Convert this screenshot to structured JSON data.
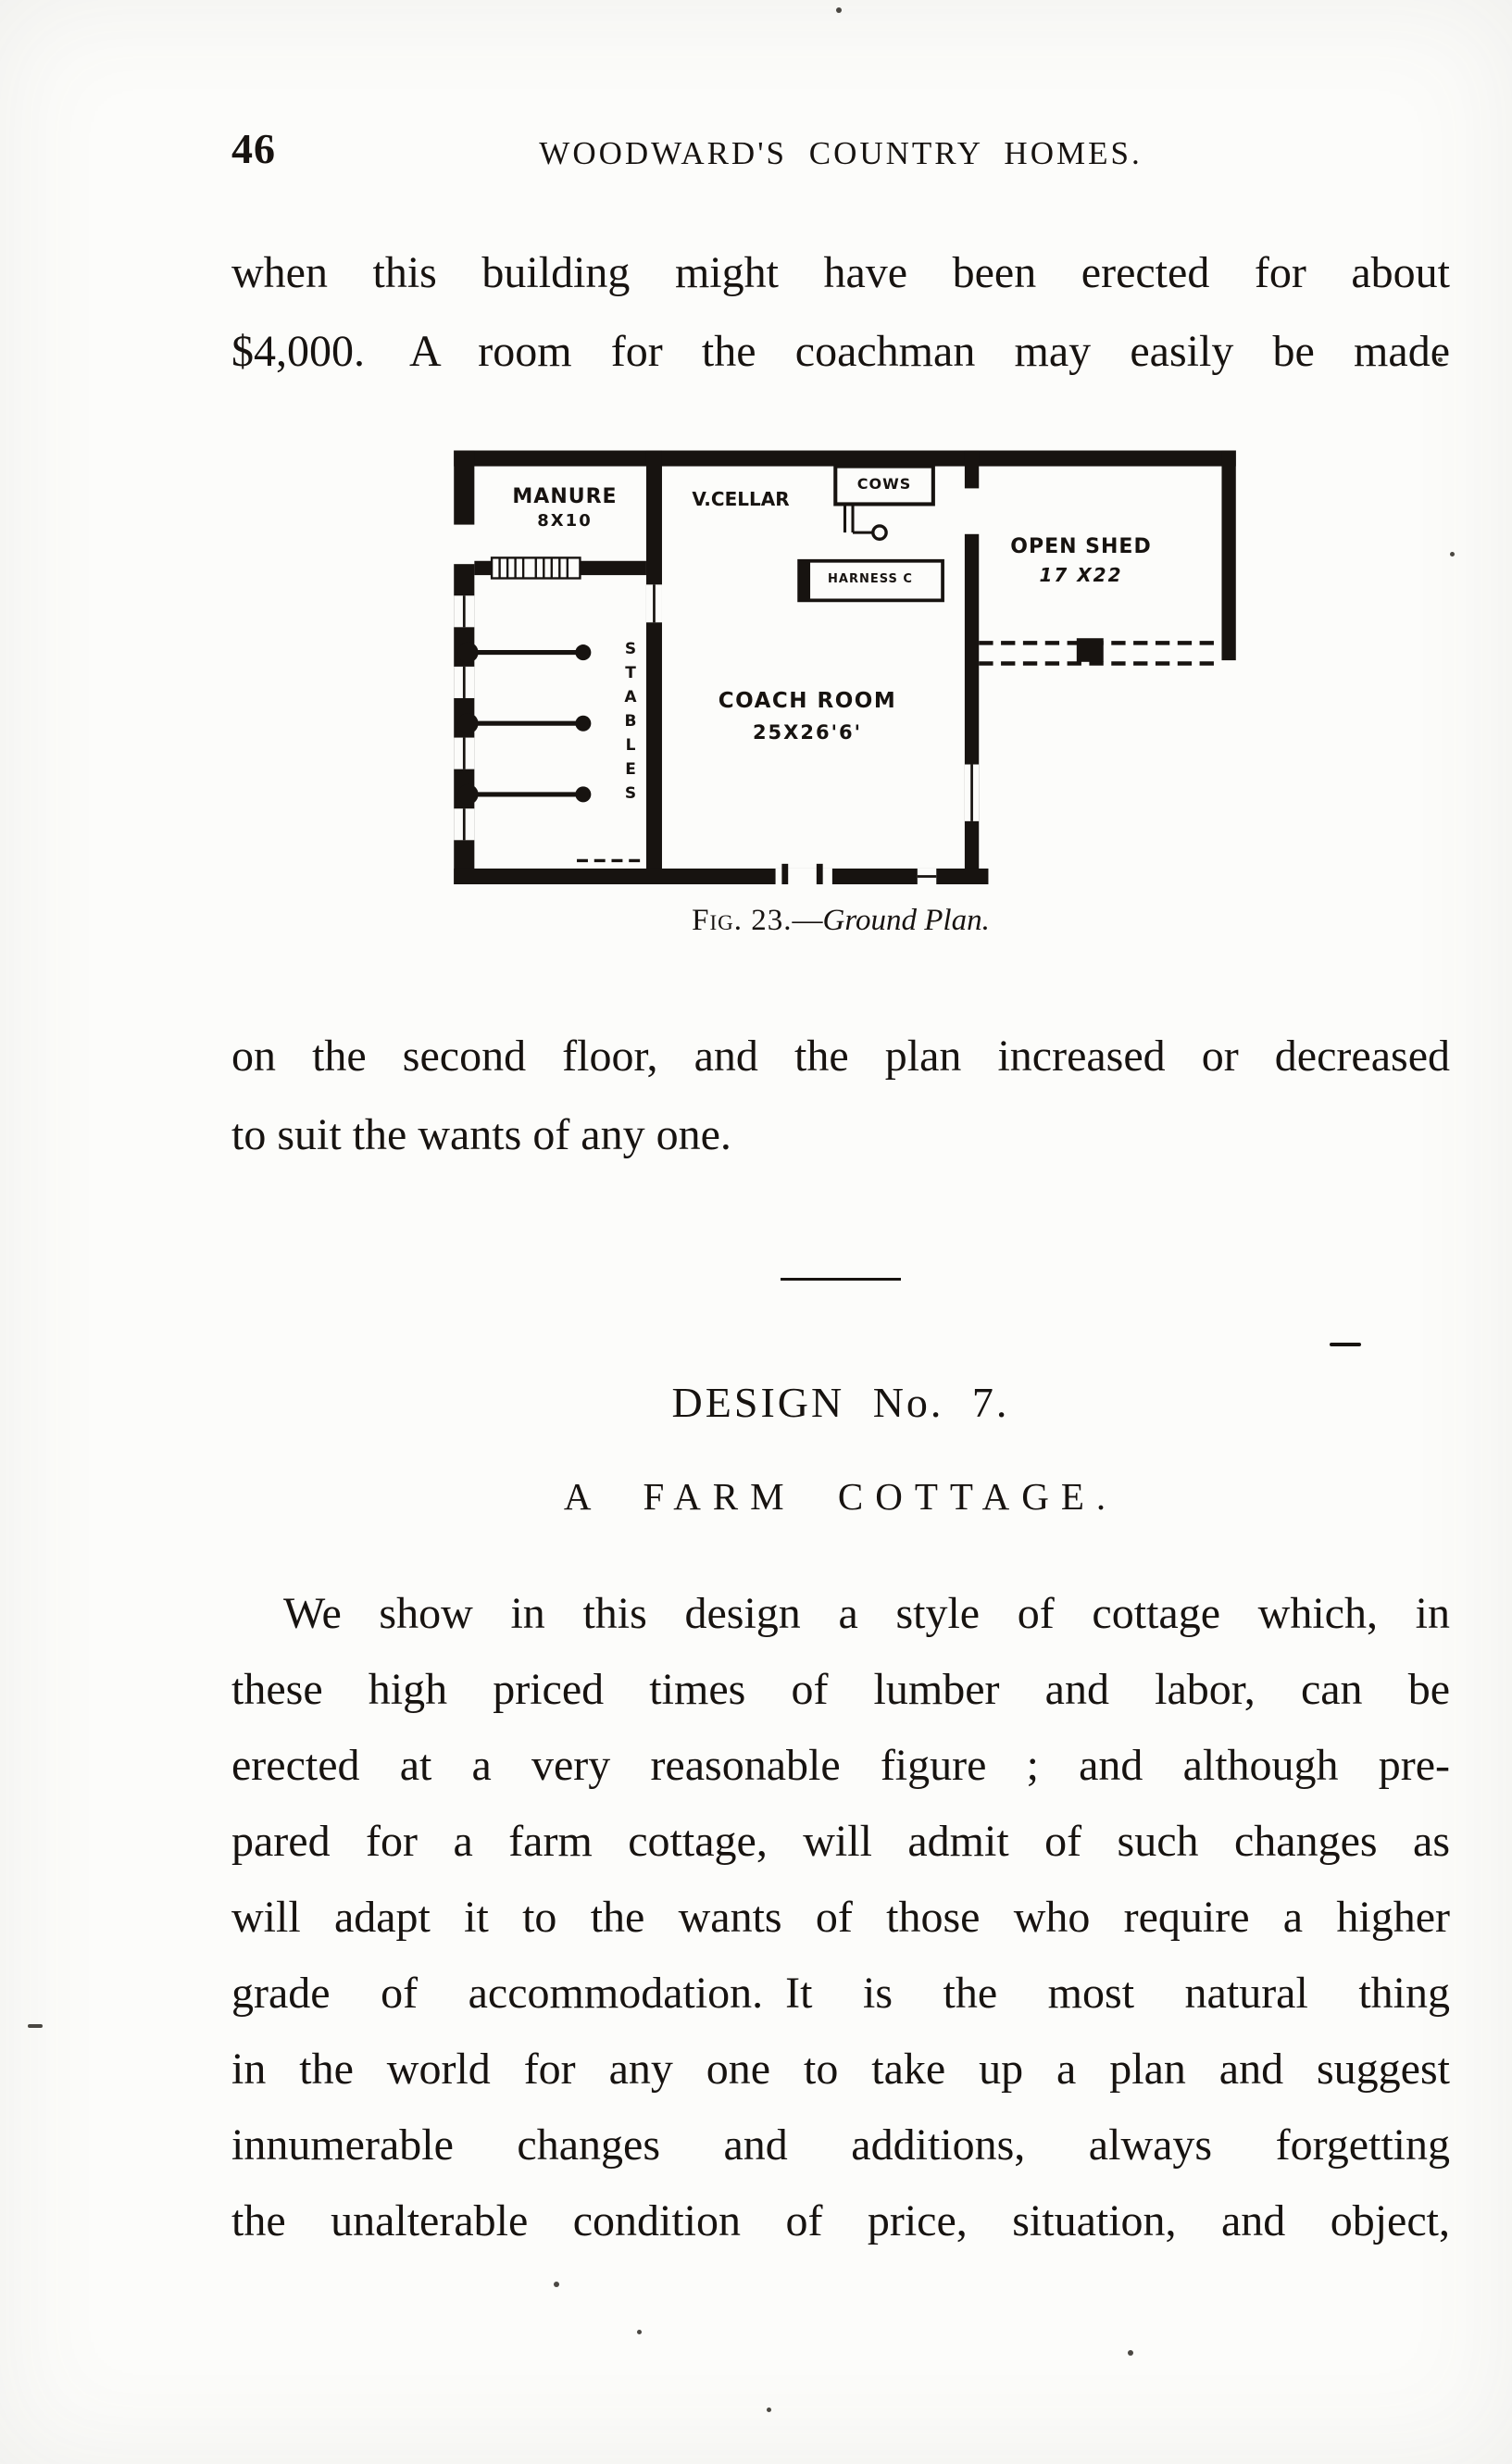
{
  "page": {
    "number": "46",
    "header": "WOODWARD'S COUNTRY HOMES."
  },
  "paragraph1": {
    "lines": [
      "when this building might have been erected for about",
      "$4,000. A room for the coachman may easily be made"
    ]
  },
  "figure": {
    "caption_fig": "Fig. 23.",
    "caption_dash": "—",
    "caption_title": "Ground Plan.",
    "labels": {
      "manure": "MANURE",
      "manure_size": "8X10",
      "vcellar": "V.CELLAR",
      "cows": "COWS",
      "harness": "HARNESS C",
      "openshed": "OPEN SHED",
      "openshed_size": "17 X22",
      "stables": "STABLES",
      "coachroom": "COACH ROOM",
      "coachroom_size": "25X26'6'"
    }
  },
  "paragraph2": {
    "lines": [
      "on the second floor, and the plan increased or decreased",
      "to suit the wants of any one."
    ]
  },
  "design": {
    "title": "DESIGN No. 7.",
    "subtitle": "A FARM COTTAGE."
  },
  "paragraph3": {
    "lines": [
      "We show in this design a style of cottage which, in",
      "these high priced times of lumber and labor, can be",
      "erected at a very reasonable figure ; and although pre-",
      "pared for a farm cottage, will admit of such changes as",
      "will adapt it to the wants of those who require a higher",
      "grade of accommodation. It is the most natural thing",
      "in the world for any one to take up a plan and suggest",
      "innumerable changes and additions, always forgetting",
      "the unalterable condition of price, situation, and object,"
    ]
  }
}
